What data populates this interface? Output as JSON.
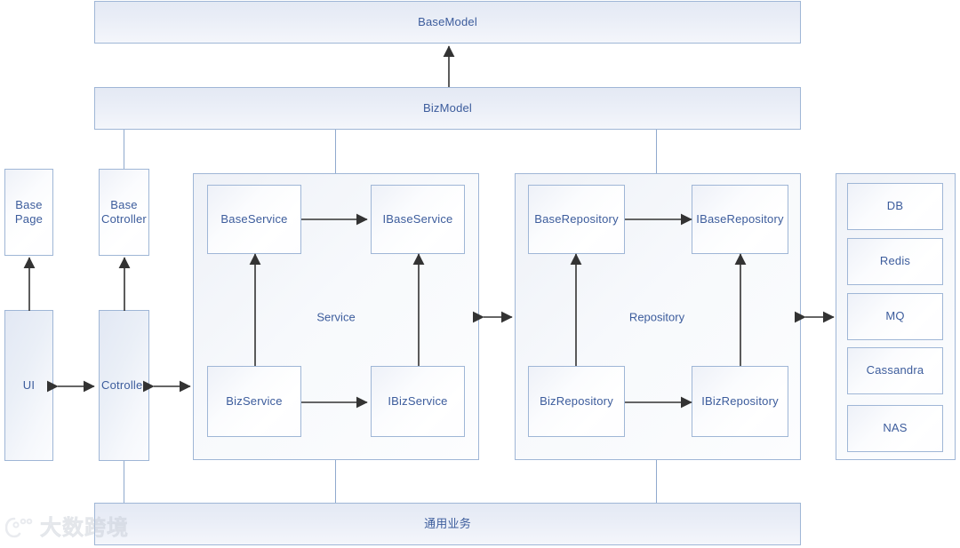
{
  "diagram": {
    "title": "Layered application architecture diagram",
    "colors": {
      "text": "#3c5c9c",
      "box_border": "#9fb6d6",
      "connector": "#8fa9cd",
      "arrow": "#333333",
      "background": "#ffffff",
      "watermark": "#cfd4dd"
    },
    "top_bars": [
      {
        "id": "base-model",
        "label": "BaseModel"
      },
      {
        "id": "biz-model",
        "label": "BizModel"
      }
    ],
    "left_column": {
      "base_page": "Base\nPage",
      "base_page_line1": "Base",
      "base_page_line2": "Page",
      "base_controller_line1": "Base",
      "base_controller_line2": "Cotroller",
      "ui": "UI",
      "controller": "Cotroller"
    },
    "service_group": {
      "label": "Service",
      "nodes": [
        {
          "id": "base-service",
          "label": "BaseService"
        },
        {
          "id": "ibase-service",
          "label": "IBaseService"
        },
        {
          "id": "biz-service",
          "label": "BizService"
        },
        {
          "id": "ibiz-service",
          "label": "IBizService"
        }
      ]
    },
    "repository_group": {
      "label": "Repository",
      "nodes": [
        {
          "id": "base-repository",
          "label": "BaseRepository"
        },
        {
          "id": "ibase-repository",
          "label": "IBaseRepository"
        },
        {
          "id": "biz-repository",
          "label": "BizRepository"
        },
        {
          "id": "ibiz-repository",
          "label": "IBizRepository"
        }
      ]
    },
    "storage_group": {
      "nodes": [
        {
          "id": "db",
          "label": "DB"
        },
        {
          "id": "redis",
          "label": "Redis"
        },
        {
          "id": "mq",
          "label": "MQ"
        },
        {
          "id": "cassandra",
          "label": "Cassandra"
        },
        {
          "id": "nas",
          "label": "NAS"
        }
      ]
    },
    "bottom_bar": {
      "id": "common-business",
      "label": "通用业务"
    },
    "watermark": {
      "text": "大数跨境"
    }
  }
}
